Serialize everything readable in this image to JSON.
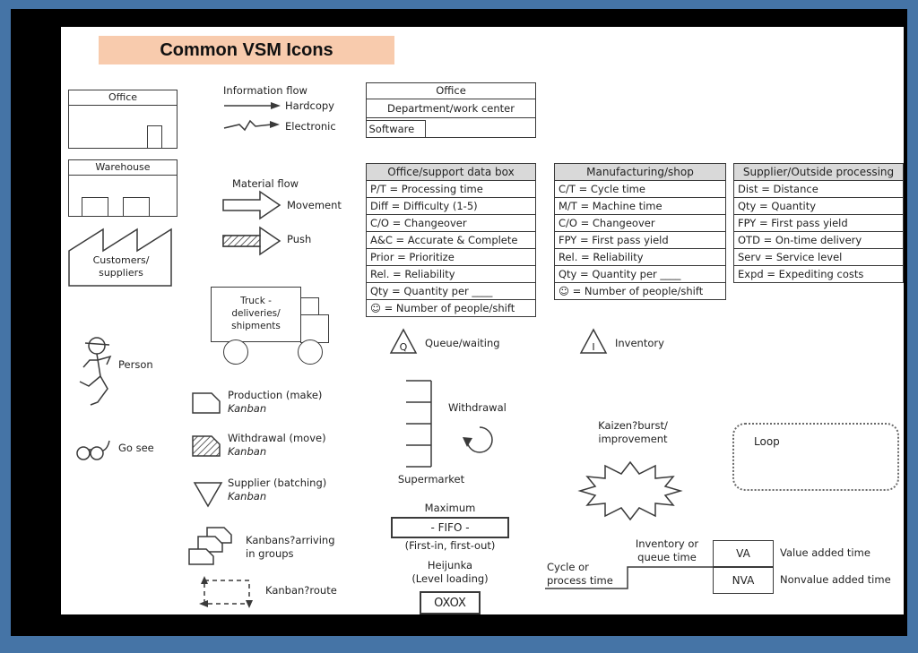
{
  "title": "Common VSM Icons",
  "colors": {
    "frame_blue": "#4574a6",
    "mat_black": "#000000",
    "panel_white": "#ffffff",
    "title_peach": "#f8cbad",
    "table_header_gray": "#d9d9d9",
    "line": "#3a3a3a"
  },
  "buildings": {
    "office": "Office",
    "warehouse": "Warehouse",
    "customers_line1": "Customers/",
    "customers_line2": "suppliers",
    "person": "Person",
    "go_see": "Go see"
  },
  "flows": {
    "information_title": "Information flow",
    "hardcopy": "Hardcopy",
    "electronic": "Electronic",
    "material_title": "Material flow",
    "movement": "Movement",
    "push": "Push"
  },
  "truck": {
    "line1": "Truck -",
    "line2": "deliveries/",
    "line3": "shipments"
  },
  "kanban": {
    "production_line1": "Production (make)",
    "production_line2": "Kanban",
    "withdrawal_line1": "Withdrawal (move)",
    "withdrawal_line2": "Kanban",
    "supplier_line1": "Supplier (batching)",
    "supplier_line2": "Kanban",
    "groups_line1": "Kanbans?arriving",
    "groups_line2": "in groups",
    "route": "Kanban?route"
  },
  "office_box": {
    "header": "Office",
    "dept": "Department/work center",
    "software": "Software"
  },
  "tables": {
    "office_support": {
      "header": "Office/support data box",
      "rows": [
        "P/T = Processing time",
        "Diff = Difficulty (1-5)",
        "C/O = Changeover",
        "A&C = Accurate & Complete",
        "Prior = Prioritize",
        "Rel. = Reliability",
        "Qty = Quantity per ____",
        "☺ = Number of people/shift"
      ]
    },
    "manufacturing": {
      "header": "Manufacturing/shop",
      "rows": [
        "C/T = Cycle time",
        "M/T = Machine time",
        "C/O = Changeover",
        "FPY = First pass yield",
        "Rel. = Reliability",
        "Qty = Quantity per ____",
        "☺ = Number of people/shift"
      ]
    },
    "supplier_outside": {
      "header": "Supplier/Outside processing",
      "rows": [
        "Dist = Distance",
        "Qty = Quantity",
        "FPY = First pass yield",
        "OTD = On-time delivery",
        "Serv = Service level",
        "Expd = Expediting costs"
      ]
    }
  },
  "symbols": {
    "queue_letter": "Q",
    "queue_label": "Queue/waiting",
    "inventory_letter": "I",
    "inventory_label": "Inventory",
    "withdrawal_label": "Withdrawal",
    "supermarket_label": "Supermarket",
    "fifo_title": "Maximum",
    "fifo_box": "- FIFO -",
    "fifo_sub": "(First-in, first-out)",
    "heijunka_line1": "Heijunka",
    "heijunka_line2": "(Level loading)",
    "heijunka_box": "OXOX",
    "kaizen_line1": "Kaizen?burst/",
    "kaizen_line2": "improvement",
    "loop": "Loop"
  },
  "timeline": {
    "cycle_line1": "Cycle or",
    "cycle_line2": "process time",
    "queue_line1": "Inventory or",
    "queue_line2": "queue time",
    "va": "VA",
    "va_label": "Value added time",
    "nva": "NVA",
    "nva_label": "Nonvalue added time"
  }
}
